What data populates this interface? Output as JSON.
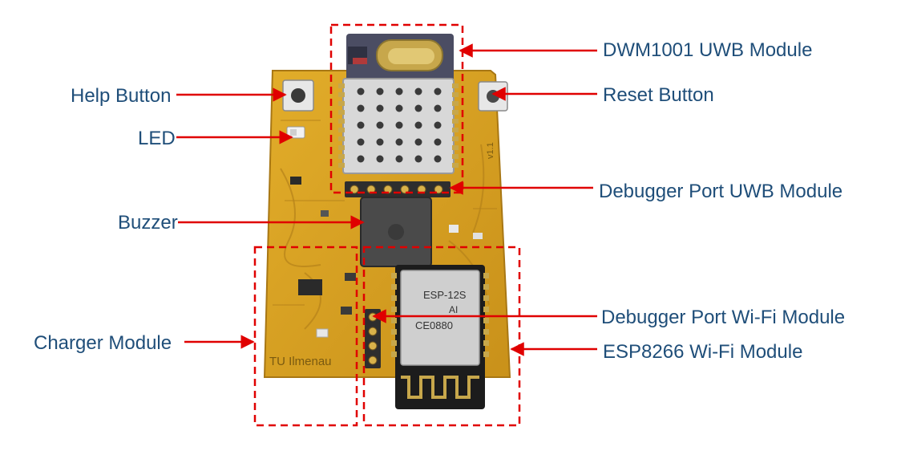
{
  "labels": {
    "dwm1001": "DWM1001 UWB Module",
    "help_button": "Help Button",
    "reset_button": "Reset Button",
    "led": "LED",
    "debugger_uwb": "Debugger Port UWB Module",
    "buzzer": "Buzzer",
    "debugger_wifi": "Debugger Port Wi-Fi Module",
    "charger": "Charger Module",
    "esp8266": "ESP8266 Wi-Fi Module"
  },
  "board_text": {
    "footer": "TU Ilmenau",
    "version": "v1.1",
    "esp_model": "ESP-12S",
    "esp_brand": "AI",
    "esp_ce": "CE0880"
  },
  "colors": {
    "label_text": "#1f4e79",
    "arrow": "#e00000",
    "pcb": "#d9a21b",
    "pcb_dark": "#b5821a",
    "module_shield": "#d8d8d8",
    "buzzer": "#4a4a4a"
  }
}
